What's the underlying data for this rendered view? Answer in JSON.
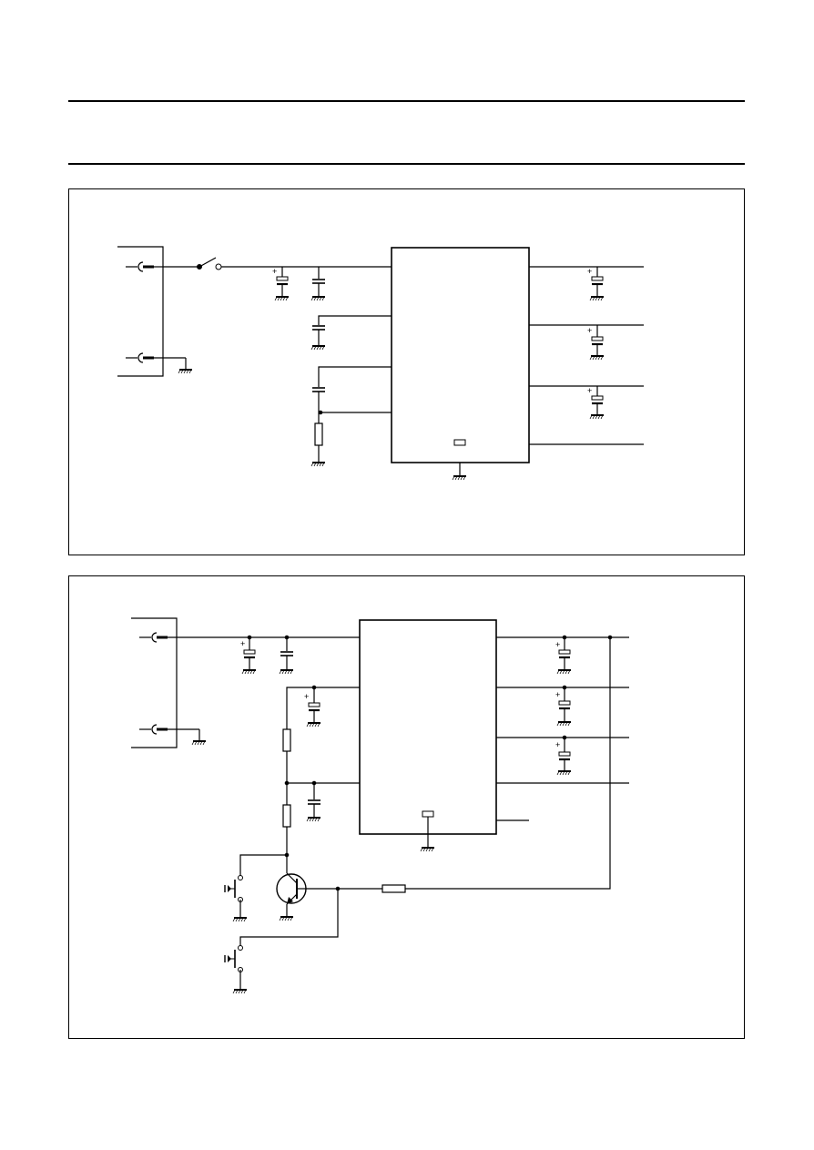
{
  "page": {
    "header_rules": 2,
    "panels": [
      {
        "id": "schematic-1",
        "description_label": ""
      },
      {
        "id": "schematic-2",
        "description_label": ""
      }
    ]
  },
  "symbols": {
    "plus_sign": "+"
  }
}
